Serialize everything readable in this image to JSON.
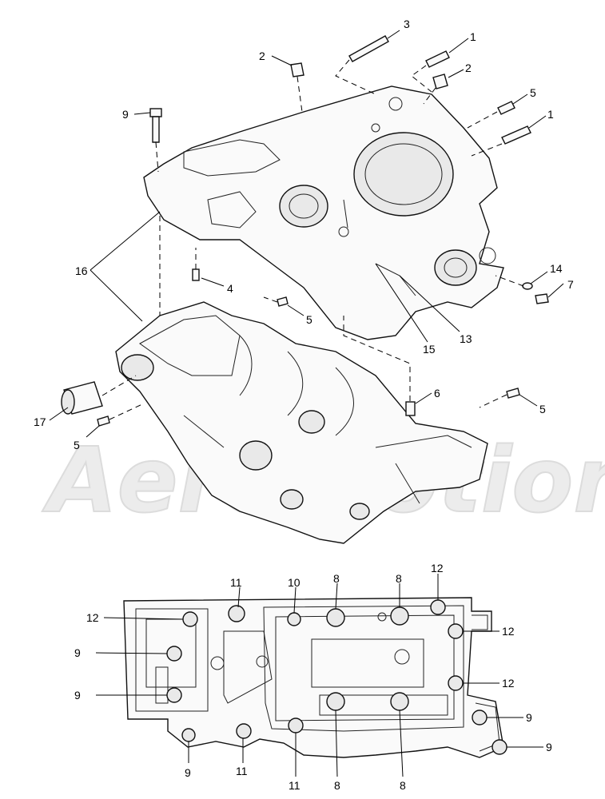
{
  "watermark": {
    "text": "Aeromotion"
  },
  "callouts_top": [
    {
      "id": "c-3",
      "text": "3"
    },
    {
      "id": "c-1a",
      "text": "1"
    },
    {
      "id": "c-2a",
      "text": "2"
    },
    {
      "id": "c-2b",
      "text": "2"
    },
    {
      "id": "c-5a",
      "text": "5"
    },
    {
      "id": "c-1b",
      "text": "1"
    },
    {
      "id": "c-9a",
      "text": "9"
    },
    {
      "id": "c-16",
      "text": "16"
    },
    {
      "id": "c-4",
      "text": "4"
    },
    {
      "id": "c-14",
      "text": "14"
    },
    {
      "id": "c-7",
      "text": "7"
    },
    {
      "id": "c-5b",
      "text": "5"
    },
    {
      "id": "c-13",
      "text": "13"
    },
    {
      "id": "c-15",
      "text": "15"
    },
    {
      "id": "c-6",
      "text": "6"
    },
    {
      "id": "c-5c",
      "text": "5"
    },
    {
      "id": "c-17",
      "text": "17"
    },
    {
      "id": "c-5d",
      "text": "5"
    }
  ],
  "callouts_bottom": [
    {
      "id": "b-11a",
      "text": "11"
    },
    {
      "id": "b-10",
      "text": "10"
    },
    {
      "id": "b-8a",
      "text": "8"
    },
    {
      "id": "b-8b",
      "text": "8"
    },
    {
      "id": "b-12a",
      "text": "12"
    },
    {
      "id": "b-12b",
      "text": "12"
    },
    {
      "id": "b-12c",
      "text": "12"
    },
    {
      "id": "b-9a",
      "text": "9"
    },
    {
      "id": "b-12d",
      "text": "12"
    },
    {
      "id": "b-9b",
      "text": "9"
    },
    {
      "id": "b-9c",
      "text": "9"
    },
    {
      "id": "b-9d",
      "text": "9"
    },
    {
      "id": "b-9e",
      "text": "9"
    },
    {
      "id": "b-11b",
      "text": "11"
    },
    {
      "id": "b-11c",
      "text": "11"
    },
    {
      "id": "b-8c",
      "text": "8"
    },
    {
      "id": "b-8d",
      "text": "8"
    }
  ]
}
